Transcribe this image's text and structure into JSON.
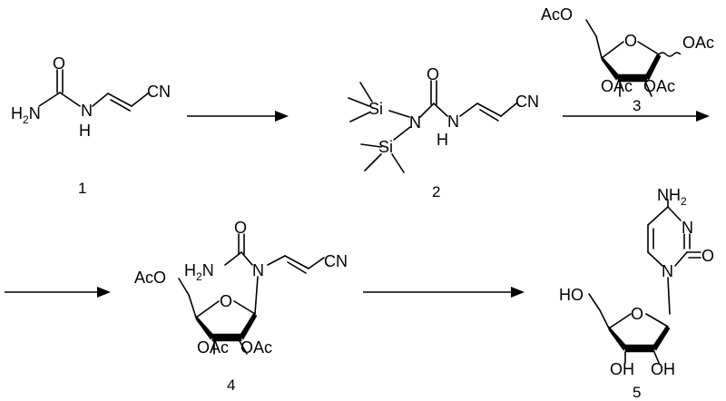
{
  "scheme": {
    "compounds": [
      {
        "number": "1"
      },
      {
        "number": "2"
      },
      {
        "number": "3"
      },
      {
        "number": "4"
      },
      {
        "number": "5"
      }
    ]
  },
  "atoms": {
    "O": "O",
    "N": "N",
    "H": "H",
    "H2N": "H2N",
    "NH2": "NH2",
    "CN": "CN",
    "Si": "Si",
    "OAc": "OAc",
    "AcO": "AcO",
    "OH": "OH",
    "HO": "HO"
  }
}
